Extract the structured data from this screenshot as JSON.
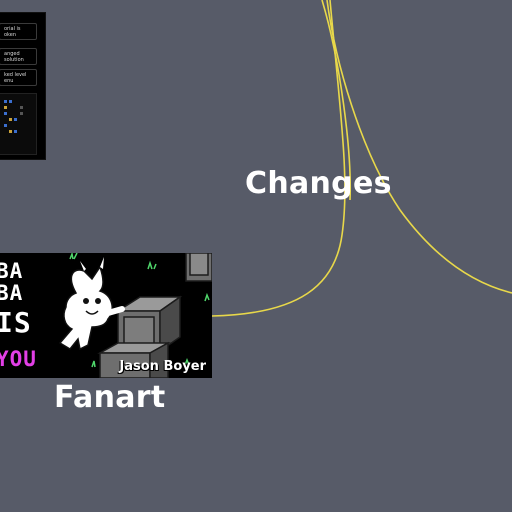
{
  "mindmap": {
    "nodes": {
      "changes": {
        "label": "Changes"
      },
      "fanart": {
        "label": "Fanart"
      }
    },
    "colors": {
      "background": "#575b68",
      "connector": "#e8d84a",
      "label": "#ffffff",
      "accent_you": "#e23fe6"
    }
  },
  "panel_card": {
    "items": [
      "orial is\noken",
      "anged\nsolution",
      "ked level\nenu"
    ]
  },
  "fanart_card": {
    "title_lines": [
      "BA",
      "BA",
      "IS",
      "YOU"
    ],
    "author": "Jason Boyer"
  }
}
